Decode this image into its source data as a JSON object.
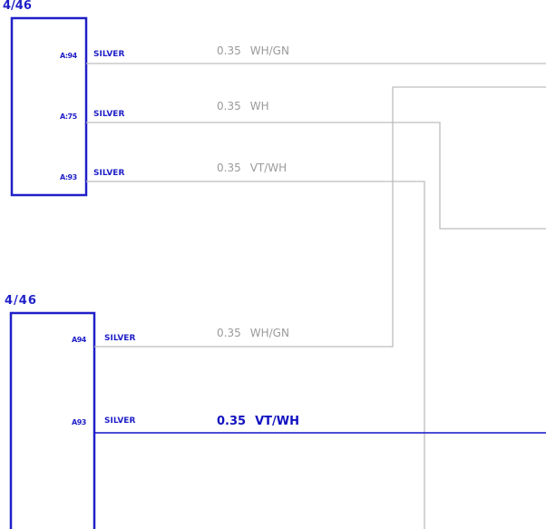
{
  "colors": {
    "connector": "#1f1fc8",
    "wire_gray": "#bdbdbd",
    "wire_highlight": "#1414c8",
    "text_gray": "#9a9a9a"
  },
  "connectors": [
    {
      "title": "4/46",
      "pins": [
        {
          "id": "A:94",
          "color": "SILVER",
          "size": "0.35",
          "code": "WH/GN"
        },
        {
          "id": "A:75",
          "color": "SILVER",
          "size": "0.35",
          "code": "WH"
        },
        {
          "id": "A:93",
          "color": "SILVER",
          "size": "0.35",
          "code": "VT/WH"
        }
      ]
    },
    {
      "title": "4/46",
      "pins": [
        {
          "id": "A94",
          "color": "SILVER",
          "size": "0.35",
          "code": "WH/GN"
        },
        {
          "id": "A93",
          "color": "SILVER",
          "size": "0.35",
          "code": "VT/WH",
          "highlighted": true
        }
      ]
    }
  ]
}
